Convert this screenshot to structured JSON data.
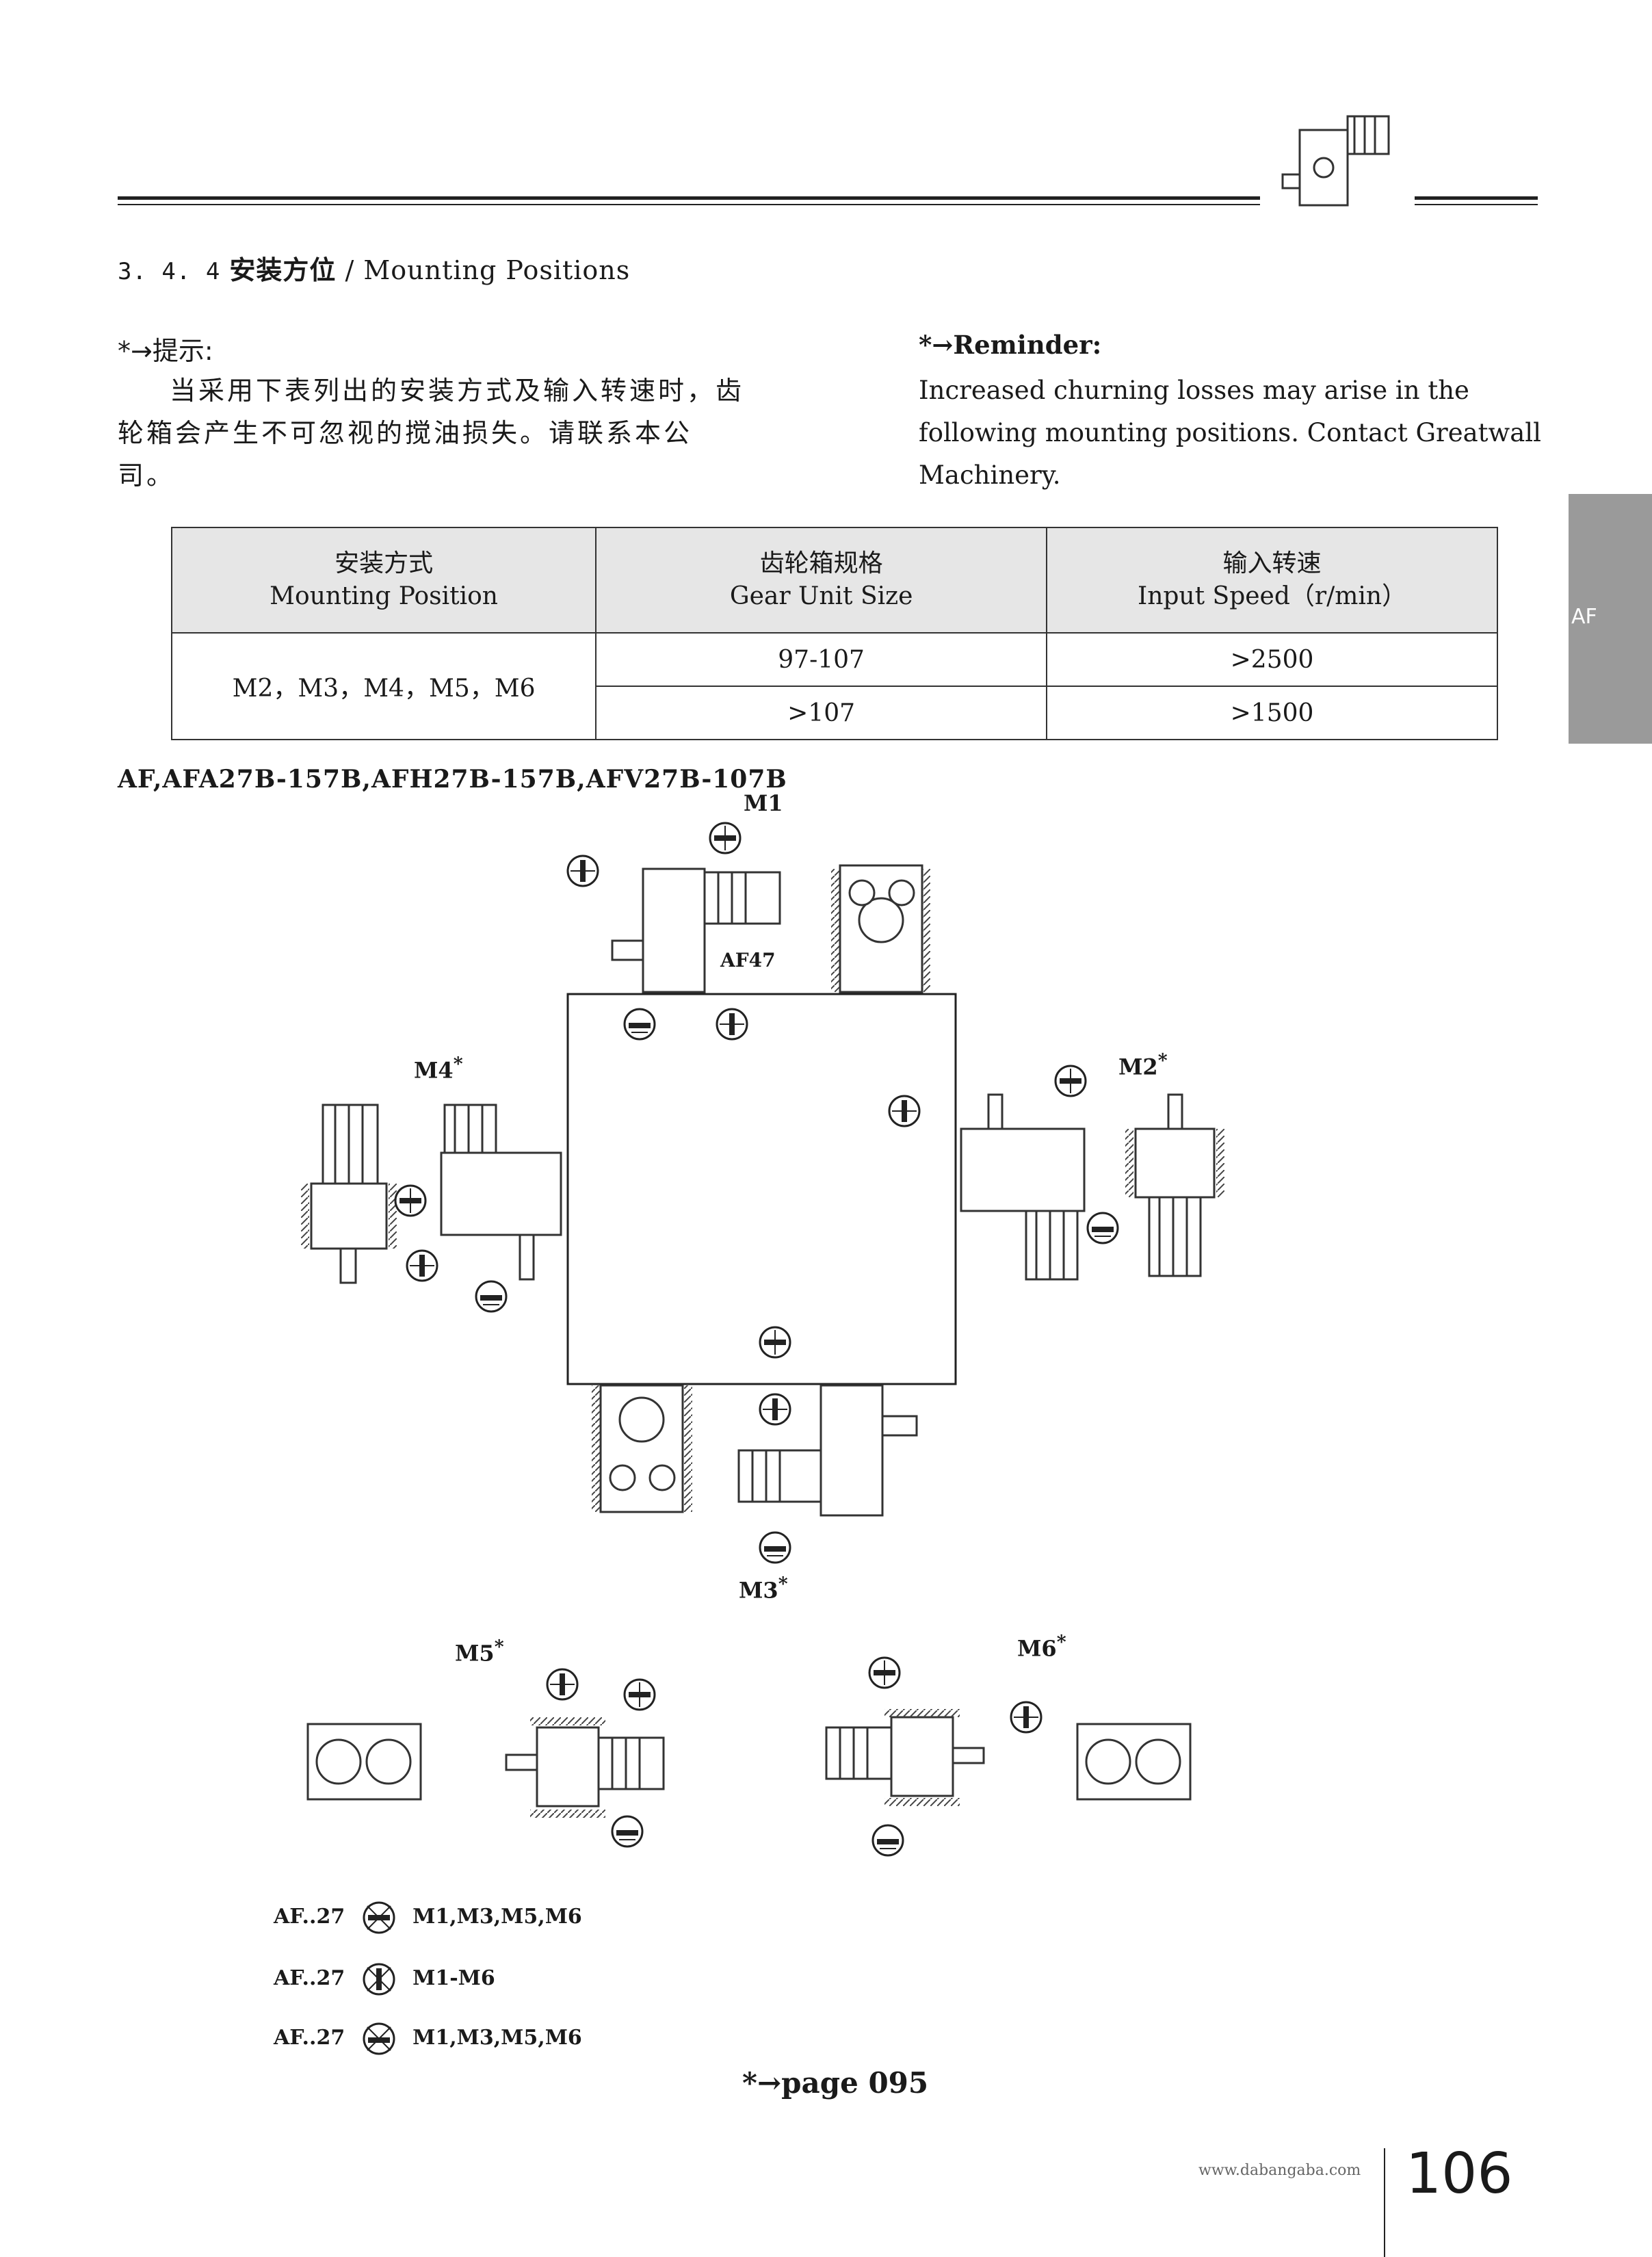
{
  "header": {
    "section_number": "3. 4. 4",
    "section_title_zh": "安装方位",
    "section_title_en": "/ Mounting Positions"
  },
  "hint": {
    "label": "*→提示:",
    "body": "当采用下表列出的安装方式及输入转速时，齿轮箱会产生不可忽视的搅油损失。请联系本公司。"
  },
  "reminder": {
    "label": "*→Reminder:",
    "body": "Increased churning losses may arise in the following mounting positions. Contact Greatwall Machinery."
  },
  "speed_table": {
    "headers": [
      {
        "zh": "安装方式",
        "en": "Mounting Position"
      },
      {
        "zh": "齿轮箱规格",
        "en": "Gear Unit Size"
      },
      {
        "zh": "输入转速",
        "en": "Input Speed（r/min）"
      }
    ],
    "mounting_value": "M2，M3，M4，M5，M6",
    "rows": [
      {
        "size": "97-107",
        "speed": ">2500"
      },
      {
        "size": ">107",
        "speed": ">1500"
      }
    ]
  },
  "variants_title": "AF,AFA27B-157B,AFH27B-157B,AFV27B-107B",
  "diagram": {
    "labels": {
      "m1": "M1",
      "m2": "M2",
      "m3": "M3",
      "m4": "M4",
      "m5": "M5",
      "m6": "M6",
      "af47": "AF47",
      "mark": "*"
    }
  },
  "legend": [
    {
      "model": "AF..27",
      "positions": "M1,M3,M5,M6",
      "icon": "horizontal-breather-icon"
    },
    {
      "model": "AF..27",
      "positions": "M1-M6",
      "icon": "vertical-breather-icon"
    },
    {
      "model": "AF..27",
      "positions": "M1,M3,M5,M6",
      "icon": "drain-plug-icon"
    }
  ],
  "page_ref": "*→page 095",
  "footer": {
    "url": "www.dabangaba.com",
    "page_number": "106",
    "side_tab": "AF"
  },
  "colors": {
    "rule": "#222222",
    "table_header": "#e6e6e6",
    "side_tab": "#9a9a9a"
  }
}
